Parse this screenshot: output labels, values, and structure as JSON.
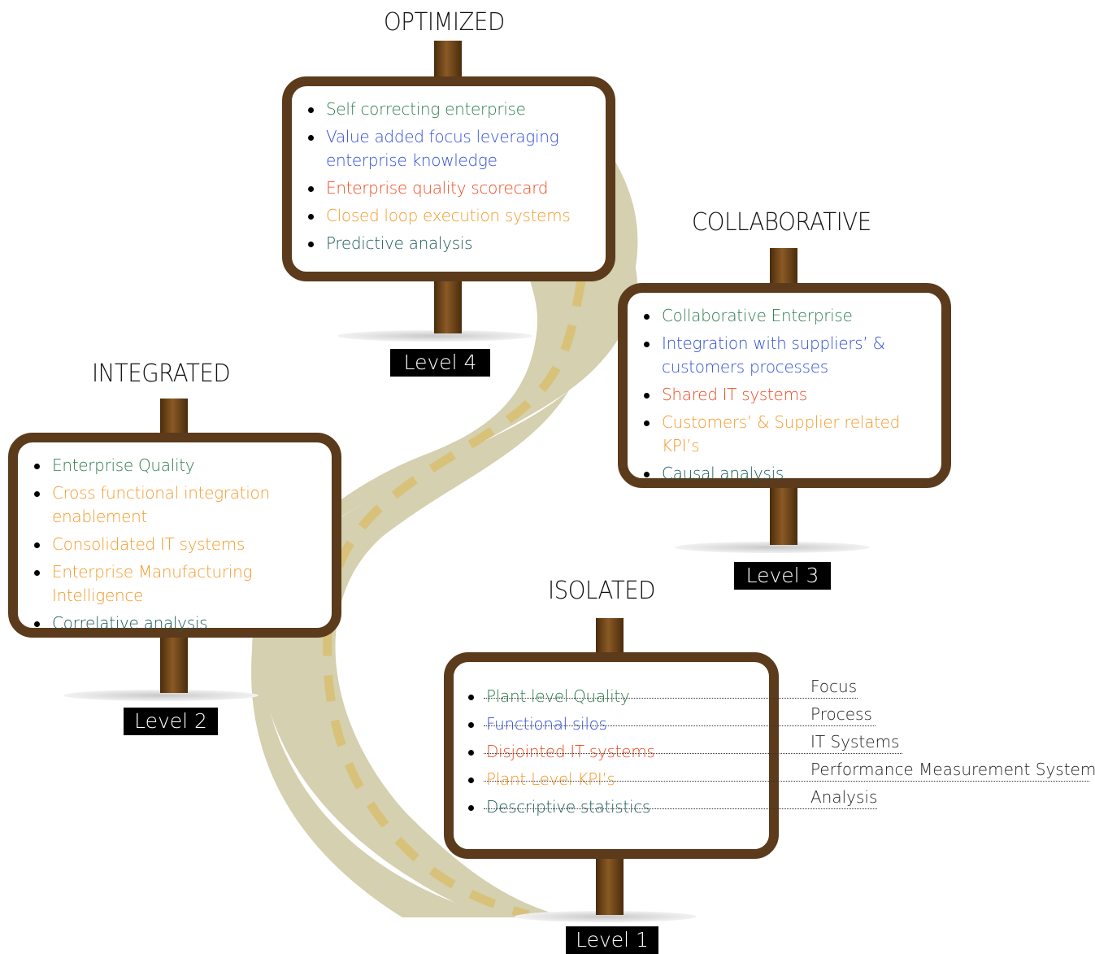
{
  "colors": {
    "road": "#d4d0b0",
    "road_stripe": "#d8c27a",
    "post": "#6b4316",
    "board_border": "#5b3b1b",
    "green": "#2e7d4f",
    "blue": "#2f4ed8",
    "red": "#ee4a1e",
    "orange": "#f39a2a",
    "teal": "#1d5a5a"
  },
  "levels": {
    "optimized": {
      "title": "OPTIMIZED",
      "level_label": "Level 4",
      "items": [
        {
          "text": "Self correcting enterprise",
          "color": "green"
        },
        {
          "text": "Value added focus leveraging enterprise knowledge",
          "color": "blue"
        },
        {
          "text": "Enterprise quality scorecard",
          "color": "red"
        },
        {
          "text": "Closed loop execution systems",
          "color": "orange"
        },
        {
          "text": "Predictive analysis",
          "color": "teal"
        }
      ]
    },
    "collaborative": {
      "title": "COLLABORATIVE",
      "level_label": "Level 3",
      "items": [
        {
          "text": "Collaborative Enterprise",
          "color": "green"
        },
        {
          "text": "Integration with suppliers’ & customers processes",
          "color": "blue"
        },
        {
          "text": "Shared IT systems",
          "color": "red"
        },
        {
          "text": "Customers’ & Supplier related KPI’s",
          "color": "orange"
        },
        {
          "text": "Causal analysis",
          "color": "teal"
        }
      ]
    },
    "integrated": {
      "title": "INTEGRATED",
      "level_label": "Level 2",
      "items": [
        {
          "text": "Enterprise Quality",
          "color": "green"
        },
        {
          "text": "Cross functional integration enablement",
          "color": "orange"
        },
        {
          "text": " Consolidated IT systems",
          "color": "orange"
        },
        {
          "text": "Enterprise Manufacturing Intelligence",
          "color": "orange"
        },
        {
          "text": "Correlative analysis",
          "color": "teal"
        }
      ]
    },
    "isolated": {
      "title": "ISOLATED",
      "level_label": "Level 1",
      "items": [
        {
          "text": "Plant level Quality",
          "color": "green"
        },
        {
          "text": "Functional silos",
          "color": "blue"
        },
        {
          "text": "Disjointed IT systems",
          "color": "red"
        },
        {
          "text": "Plant Level KPI’s",
          "color": "orange"
        },
        {
          "text": "Descriptive statistics",
          "color": "teal"
        }
      ]
    }
  },
  "categories": [
    "Focus",
    "Process",
    "IT Systems",
    "Performance Measurement Systems",
    "Analysis"
  ]
}
